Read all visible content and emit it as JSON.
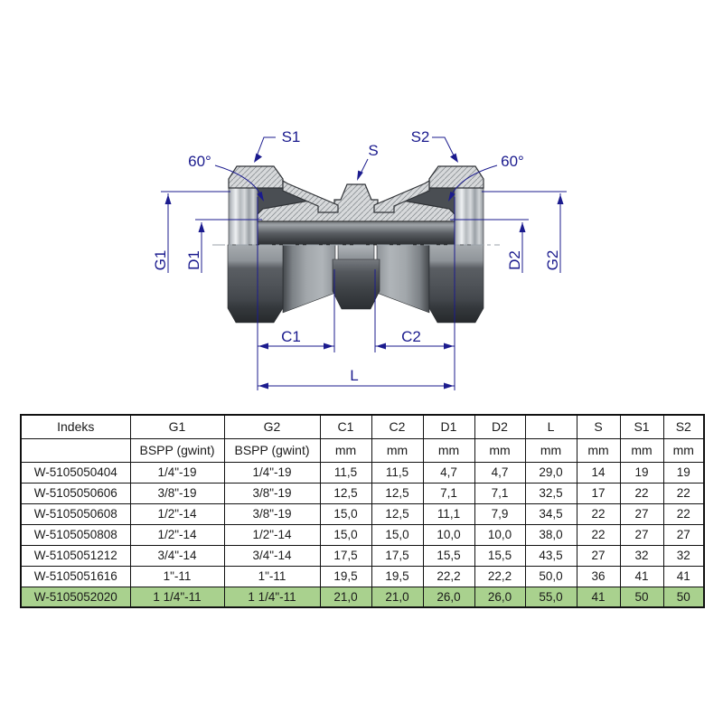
{
  "diagram": {
    "labels": {
      "s1": "S1",
      "s": "S",
      "s2": "S2",
      "angle_left": "60°",
      "angle_right": "60°",
      "g1": "G1",
      "d1": "D1",
      "d2": "D2",
      "g2": "G2",
      "c1": "C1",
      "c2": "C2",
      "l": "L"
    },
    "colors": {
      "dimension": "#1b1b8e",
      "hatch_fill": "#d7d9db",
      "hatch_line": "#8e9296",
      "outline": "#2f3236"
    }
  },
  "table": {
    "columns": [
      "Indeks",
      "G1",
      "G2",
      "C1",
      "C2",
      "D1",
      "D2",
      "L",
      "S",
      "S1",
      "S2"
    ],
    "units_row": [
      "",
      "BSPP (gwint)",
      "BSPP (gwint)",
      "mm",
      "mm",
      "mm",
      "mm",
      "mm",
      "mm",
      "mm",
      "mm"
    ],
    "highlight_color": "#a9d18e",
    "rows": [
      {
        "highlight": false,
        "cells": [
          "W-5105050404",
          "1/4\"-19",
          "1/4\"-19",
          "11,5",
          "11,5",
          "4,7",
          "4,7",
          "29,0",
          "14",
          "19",
          "19"
        ]
      },
      {
        "highlight": false,
        "cells": [
          "W-5105050606",
          "3/8\"-19",
          "3/8\"-19",
          "12,5",
          "12,5",
          "7,1",
          "7,1",
          "32,5",
          "17",
          "22",
          "22"
        ]
      },
      {
        "highlight": false,
        "cells": [
          "W-5105050608",
          "1/2\"-14",
          "3/8\"-19",
          "15,0",
          "12,5",
          "11,1",
          "7,9",
          "34,5",
          "22",
          "27",
          "22"
        ]
      },
      {
        "highlight": false,
        "cells": [
          "W-5105050808",
          "1/2\"-14",
          "1/2\"-14",
          "15,0",
          "15,0",
          "10,0",
          "10,0",
          "38,0",
          "22",
          "27",
          "27"
        ]
      },
      {
        "highlight": false,
        "cells": [
          "W-5105051212",
          "3/4\"-14",
          "3/4\"-14",
          "17,5",
          "17,5",
          "15,5",
          "15,5",
          "43,5",
          "27",
          "32",
          "32"
        ]
      },
      {
        "highlight": false,
        "cells": [
          "W-5105051616",
          "1\"-11",
          "1\"-11",
          "19,5",
          "19,5",
          "22,2",
          "22,2",
          "50,0",
          "36",
          "41",
          "41"
        ]
      },
      {
        "highlight": true,
        "cells": [
          "W-5105052020",
          "1 1/4\"-11",
          "1 1/4\"-11",
          "21,0",
          "21,0",
          "26,0",
          "26,0",
          "55,0",
          "41",
          "50",
          "50"
        ]
      }
    ]
  }
}
